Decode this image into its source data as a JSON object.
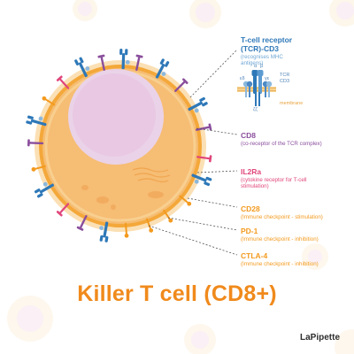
{
  "title": "Killer T cell (CD8+)",
  "brand": "LaPipette",
  "labels": {
    "tcr": {
      "title_line1": "T-cell receptor",
      "title_line2": "(TCR)-CD3",
      "subtitle_line1": "(recognises MHC",
      "subtitle_line2": "antigens)"
    },
    "cd8": {
      "title": "CD8",
      "subtitle": "(co-receptor of the TCR complex)"
    },
    "il2ra": {
      "title": "IL2Ra",
      "subtitle_line1": "(cytokine receptor for T-cell",
      "subtitle_line2": "stimulation)"
    },
    "cd28": {
      "title": "CD28",
      "subtitle": "(Immune checkpoint - stimulation)"
    },
    "pd1": {
      "title": "PD-1",
      "subtitle": "(Immune checkpoint - inhibition)"
    },
    "ctla4": {
      "title": "CTLA-4",
      "subtitle": "(Immune checkpoint - inhibition)"
    }
  },
  "inset": {
    "alpha": "α",
    "beta": "β",
    "tcr": "TCR",
    "cd3": "CD3",
    "epsilon_delta": "εδ",
    "gamma_epsilon": "γε",
    "zeta": "ζζ",
    "membrane": "membrane"
  },
  "colors": {
    "cell_outer": "#fbe0b5",
    "cell_membrane": "#f4a83a",
    "cell_cytoplasm": "#f6bd74",
    "nucleus": "#ead3e8",
    "nucleus_inner": "#e8c3e2",
    "tcr": "#2e78b8",
    "cd8": "#8a4e9c",
    "il2ra": "#e0457a",
    "checkpoint": "#f39a1e",
    "title": "#f08a1c"
  }
}
